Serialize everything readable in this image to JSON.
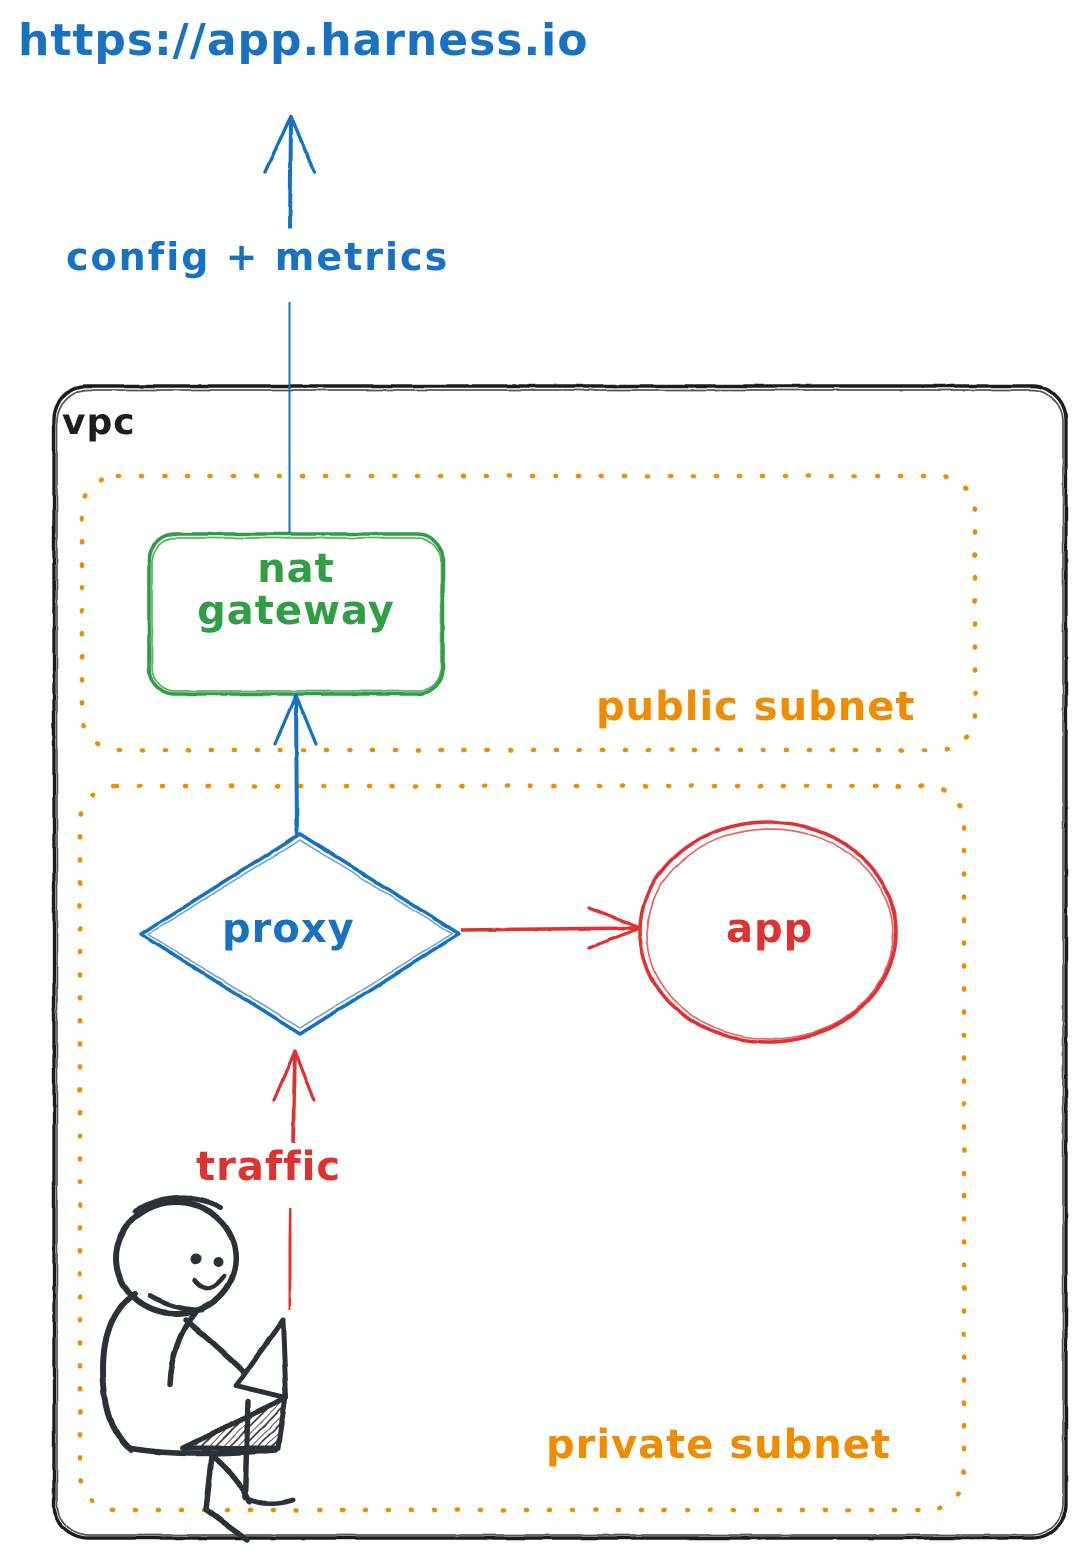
{
  "diagram": {
    "title": "Harness VPC proxy architecture (hand-drawn)",
    "colors": {
      "blue": "#1971c2",
      "green": "#2f9e44",
      "red": "#e03131",
      "orange": "#f08c00",
      "ink": "#1e1e1e"
    },
    "labels": {
      "url": "https://app.harness.io",
      "config_metrics": "config + metrics",
      "vpc": "vpc",
      "nat_gateway_line1": "nat",
      "nat_gateway_line2": "gateway",
      "public_subnet": "public subnet",
      "proxy": "proxy",
      "app": "app",
      "traffic": "traffic",
      "private_subnet": "private subnet"
    },
    "nodes": [
      {
        "id": "nat-gateway",
        "label": "nat gateway",
        "shape": "rounded-rect",
        "color": "#2f9e44",
        "container": "public subnet"
      },
      {
        "id": "proxy",
        "label": "proxy",
        "shape": "diamond",
        "color": "#1971c2",
        "container": "private subnet"
      },
      {
        "id": "app",
        "label": "app",
        "shape": "ellipse",
        "color": "#e03131",
        "container": "private subnet"
      },
      {
        "id": "user",
        "label": "person with laptop",
        "shape": "stick-figure",
        "color": "#1e1e1e",
        "container": "private subnet"
      }
    ],
    "containers": [
      {
        "id": "vpc",
        "label": "vpc",
        "style": "solid rounded rect",
        "color": "#1e1e1e"
      },
      {
        "id": "public-subnet",
        "label": "public subnet",
        "style": "dotted rounded rect",
        "color": "#f08c00"
      },
      {
        "id": "private-subnet",
        "label": "private subnet",
        "style": "dotted rounded rect",
        "color": "#f08c00"
      }
    ],
    "edges": [
      {
        "from": "nat-gateway",
        "to": "https://app.harness.io",
        "label": "config + metrics",
        "color": "#1971c2",
        "direction": "up"
      },
      {
        "from": "proxy",
        "to": "nat-gateway",
        "label": "",
        "color": "#1971c2",
        "direction": "up"
      },
      {
        "from": "proxy",
        "to": "app",
        "label": "",
        "color": "#e03131",
        "direction": "right"
      },
      {
        "from": "user",
        "to": "proxy",
        "label": "traffic",
        "color": "#e03131",
        "direction": "up"
      }
    ]
  }
}
